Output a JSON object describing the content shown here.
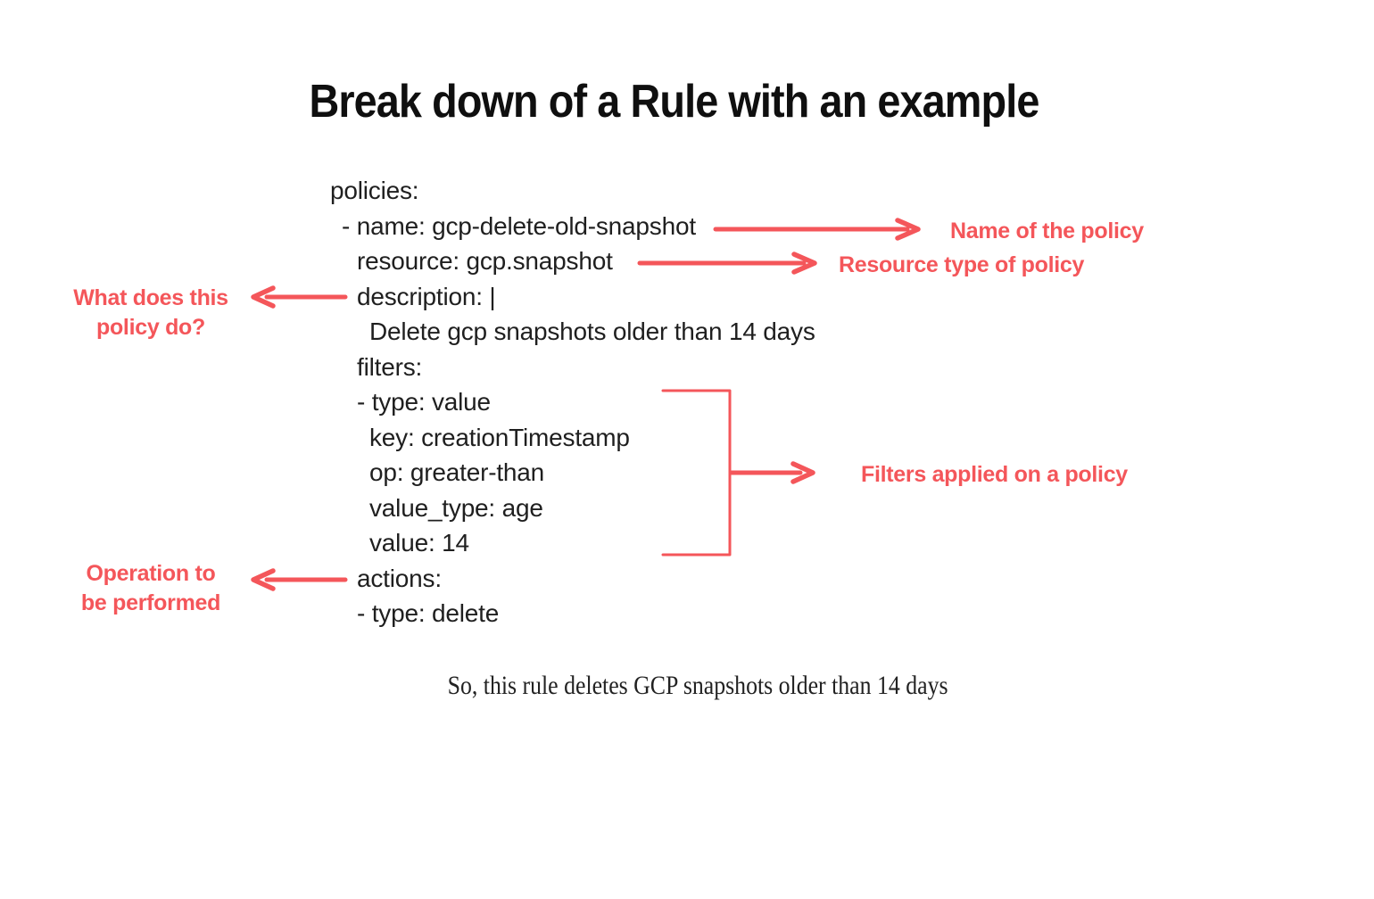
{
  "title": "Break down of a Rule with an example",
  "code": {
    "language": "yaml",
    "lines": [
      {
        "indent": 0,
        "text": "policies:"
      },
      {
        "indent": 1,
        "text": "- name: gcp-delete-old-snapshot"
      },
      {
        "indent": 2,
        "text": "resource: gcp.snapshot"
      },
      {
        "indent": 2,
        "text": "description: |"
      },
      {
        "indent": 3,
        "text": "Delete gcp snapshots older than 14 days"
      },
      {
        "indent": 2,
        "text": "filters:"
      },
      {
        "indent": 2,
        "text": "- type: value"
      },
      {
        "indent": 3,
        "text": "key: creationTimestamp"
      },
      {
        "indent": 3,
        "text": "op: greater-than"
      },
      {
        "indent": 3,
        "text": "value_type: age"
      },
      {
        "indent": 3,
        "text": "value: 14"
      },
      {
        "indent": 2,
        "text": "actions:"
      },
      {
        "indent": 2,
        "text": "- type: delete"
      }
    ]
  },
  "annotations": {
    "name": {
      "label": "Name of the policy"
    },
    "resource": {
      "label": "Resource type of policy"
    },
    "description": {
      "line1": "What does this",
      "line2": "policy do?"
    },
    "filters": {
      "label": "Filters applied on a policy"
    },
    "actions": {
      "line1": "Operation to",
      "line2": "be performed"
    }
  },
  "footer": "So, this rule deletes GCP snapshots older than 14 days",
  "colors": {
    "accent": "#F4565A",
    "code_text": "#1F1F1F",
    "title_text": "#0F0F0F",
    "background": "#FFFFFF"
  }
}
